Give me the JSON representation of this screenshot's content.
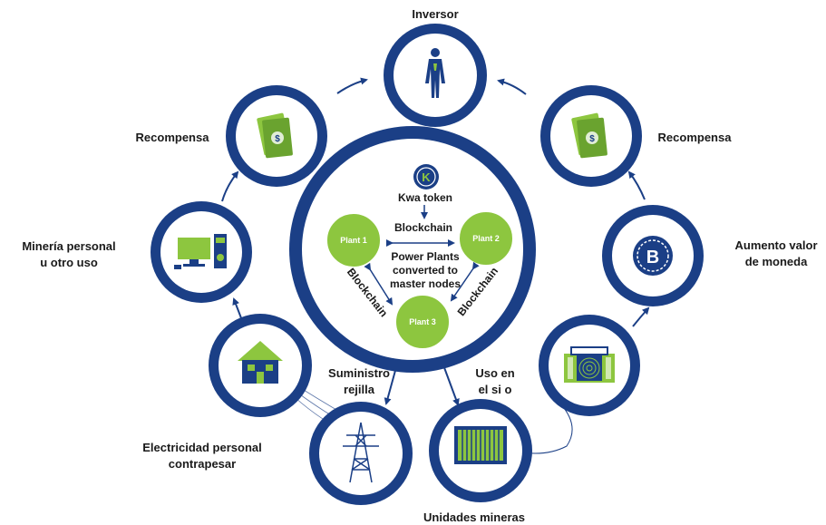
{
  "nodes": {
    "inversor": "Inversor",
    "recompensa_left": "Recompensa",
    "recompensa_right": "Recompensa",
    "mineria_line1": "Minería personal",
    "mineria_line2": "u otro uso",
    "aumento_line1": "Aumento valor",
    "aumento_line2": "de  moneda",
    "electricidad_line1": "Electricidad personal",
    "electricidad_line2": "contrapesar",
    "suministro_line1": "Suministro",
    "suministro_line2": "rejilla",
    "uso_line1": "Uso en",
    "uso_line2": "el si  o",
    "unidades": "Unidades mineras"
  },
  "center": {
    "token_letter": "K",
    "token_label": "Kwa   token",
    "blockchain_top": "Blockchain",
    "power_line1": "Power Plants",
    "power_line2": "converted to",
    "power_line3": "master nodes",
    "blockchain_left": "Blockchain",
    "blockchain_right": "Blockchain",
    "plant1": "Plant 1",
    "plant2": "Plant 2",
    "plant3": "Plant 3"
  },
  "colors": {
    "navy": "#1b3f86",
    "green": "#8dc63f",
    "light_green": "#a8d05a"
  },
  "icons": [
    "human-figure-icon",
    "money-icon",
    "computer-icon",
    "bitcoin-coin-icon",
    "house-icon",
    "power-tower-icon",
    "mining-container-icon",
    "mining-rig-icon"
  ]
}
